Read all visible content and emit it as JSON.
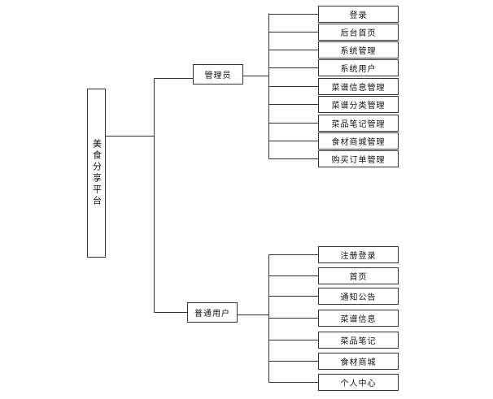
{
  "root": {
    "label": "美食分享平台"
  },
  "branches": [
    {
      "label": "管理员",
      "items": [
        "登录",
        "后台首页",
        "系统管理",
        "系统用户",
        "菜谱信息管理",
        "菜谱分类管理",
        "菜品笔记管理",
        "食材商城管理",
        "购买订单管理"
      ]
    },
    {
      "label": "普通用户",
      "items": [
        "注册登录",
        "首页",
        "通知公告",
        "菜谱信息",
        "菜品笔记",
        "食材商城",
        "个人中心"
      ]
    }
  ]
}
